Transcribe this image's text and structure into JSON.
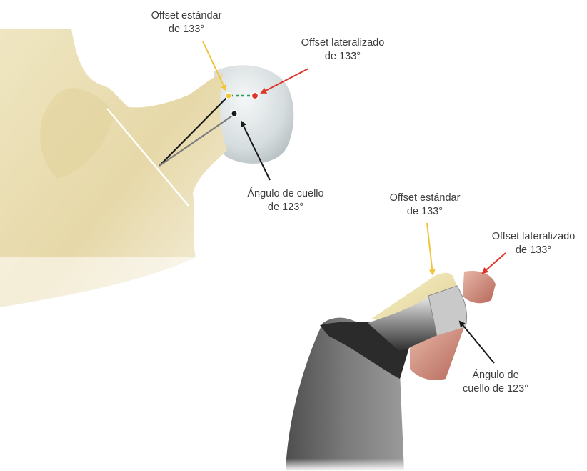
{
  "femur": {
    "standard_offset": {
      "line1": "Offset estándar",
      "line2": "de 133°"
    },
    "lateralized_offset": {
      "line1": "Offset lateralizado",
      "line2": "de 133°"
    },
    "neck_angle": {
      "line1": "Ángulo de cuello",
      "line2": "de 123°"
    }
  },
  "implant": {
    "standard_offset": {
      "line1": "Offset estándar",
      "line2": "de 133°"
    },
    "lateralized_offset": {
      "line1": "Offset lateralizado",
      "line2": "de 133°"
    },
    "neck_angle": {
      "line1": "Ángulo de",
      "line2": "cuello de 123°"
    }
  },
  "colors": {
    "standard": "#f2c53d",
    "lateralized": "#e0352b",
    "neck": "#1a1a1a",
    "bone": "#e8dcb0",
    "head": "#dfe5e6",
    "stem": "#6d6d6d"
  }
}
